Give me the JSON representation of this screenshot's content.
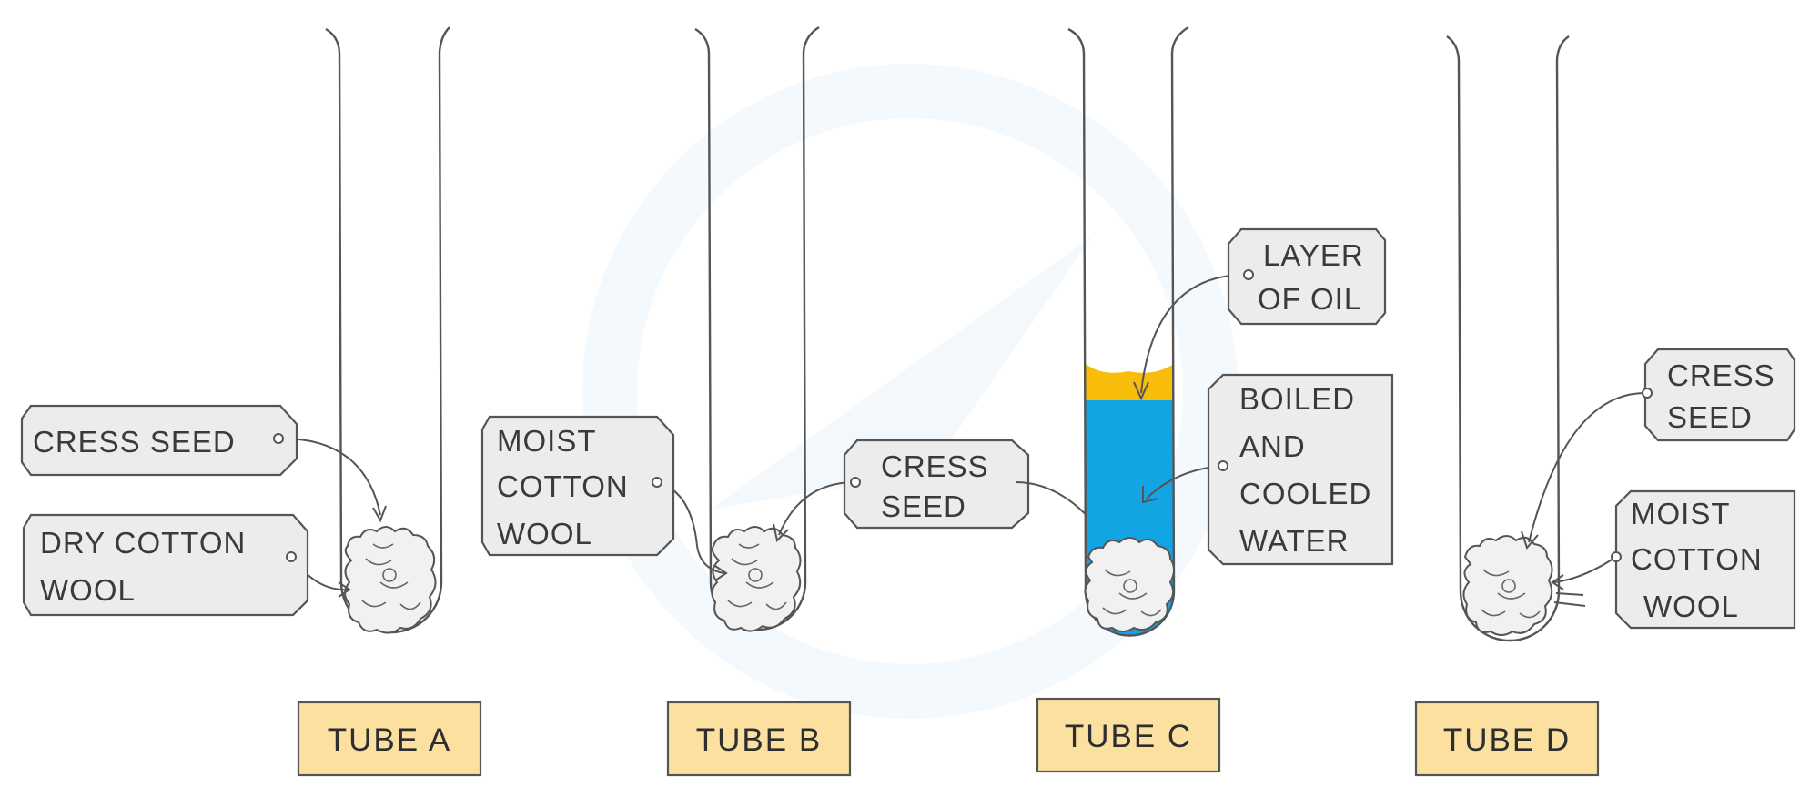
{
  "tubes": [
    {
      "name": "tube-a",
      "label": "TUBE  A",
      "contents": "dry",
      "callouts": [
        {
          "lines": [
            "CRESS  SEED"
          ]
        },
        {
          "lines": [
            "DRY  COTTON",
            "WOOL"
          ]
        }
      ]
    },
    {
      "name": "tube-b",
      "label": "TUBE  B",
      "contents": "moist",
      "callouts": [
        {
          "lines": [
            "MOIST",
            "COTTON",
            "WOOL"
          ]
        },
        {
          "lines": [
            "CRESS",
            "SEED"
          ]
        }
      ]
    },
    {
      "name": "tube-c",
      "label": "TUBE  C",
      "contents": "boiled-water-with-oil",
      "callouts": [
        {
          "lines": [
            "LAYER",
            "OF  OIL"
          ]
        },
        {
          "lines": [
            "BOILED",
            "AND",
            "COOLED",
            "WATER"
          ]
        }
      ]
    },
    {
      "name": "tube-d",
      "label": "TUBE  D",
      "contents": "moist",
      "callouts": [
        {
          "lines": [
            "CRESS",
            "SEED"
          ]
        },
        {
          "lines": [
            "MOIST",
            "COTTON",
            "WOOL"
          ]
        }
      ]
    }
  ],
  "colors": {
    "water": "#12a4e3",
    "oil": "#f8bd0b",
    "callout_fill": "#ececec",
    "tube_label_fill": "#fbe0a0",
    "outline": "#555555"
  }
}
